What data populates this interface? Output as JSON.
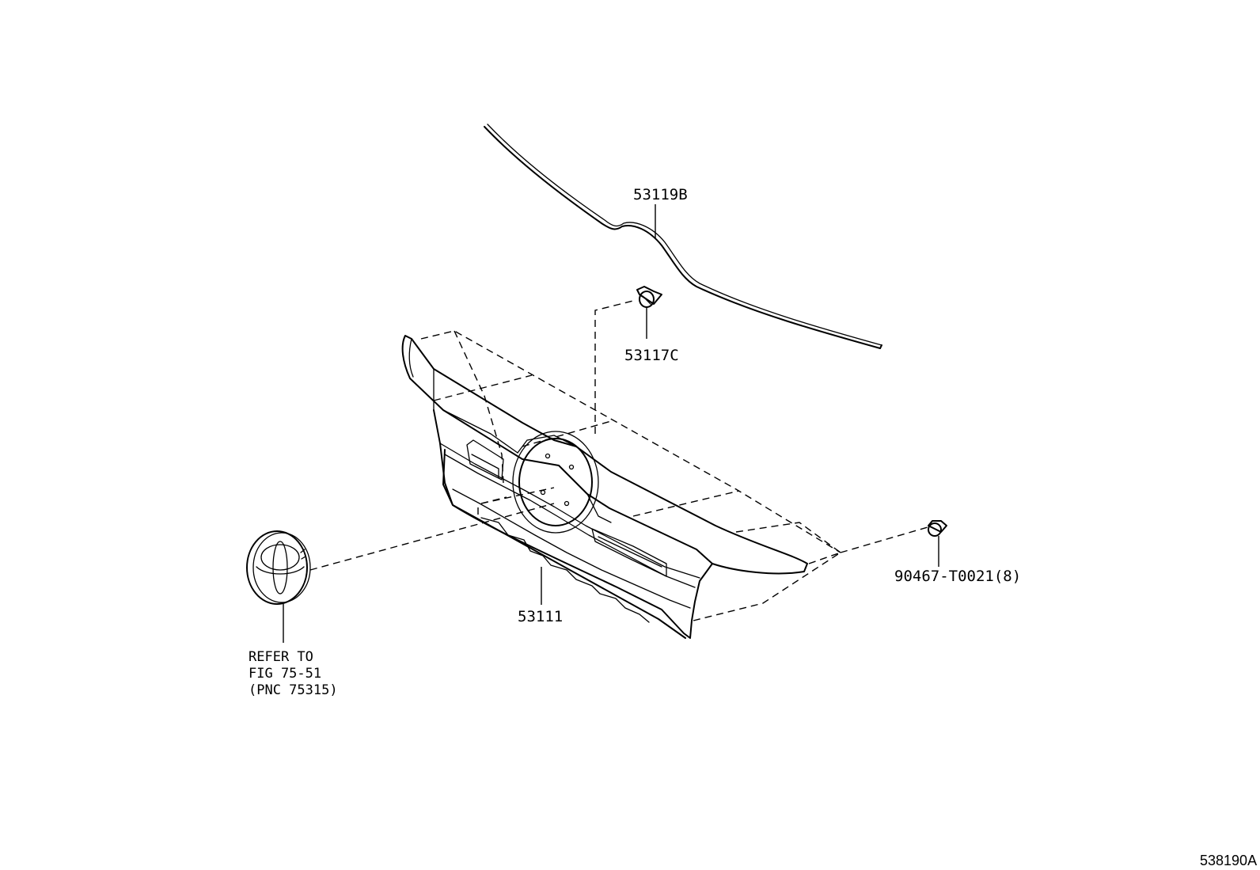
{
  "labels": {
    "molding": "53119B",
    "clip_upper": "53117C",
    "grille": "53111",
    "clip_side": "90467-T0021(8)"
  },
  "emblem_note": {
    "line1": "REFER TO",
    "line2": "FIG 75-51",
    "line3": "(PNC 75315)"
  },
  "figure_id": "538190A"
}
